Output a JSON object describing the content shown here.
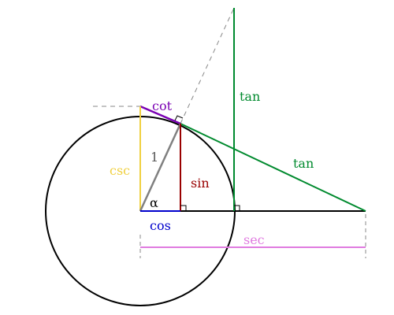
{
  "labels": {
    "cot": "cot",
    "tan_vertical": "tan",
    "tan_slanted": "tan",
    "one": "1",
    "csc": "csc",
    "sin": "sin",
    "alpha": "α",
    "cos": "cos",
    "sec": "sec"
  },
  "colors": {
    "circle": "#000000",
    "radius": "#808080",
    "sin": "#990000",
    "cos": "#0000cc",
    "tan": "#008a2e",
    "cot": "#7a00b3",
    "csc": "#f0d040",
    "sec": "#e07be0",
    "guide": "#888888"
  },
  "angle_alpha_deg": 61
}
